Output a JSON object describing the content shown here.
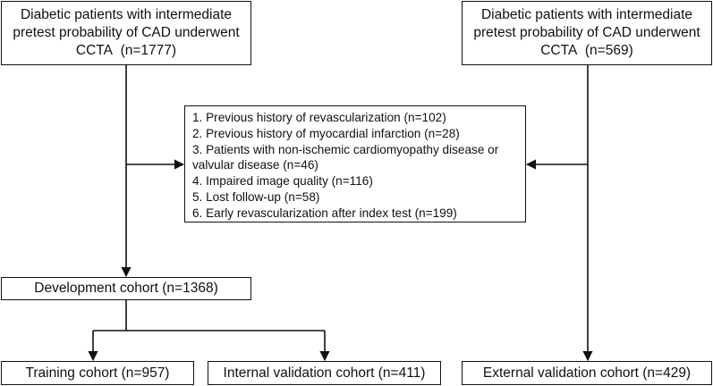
{
  "boxes": {
    "left_source": {
      "lines": [
        "Diabetic patients with intermediate",
        "pretest probability of CAD underwent",
        "CCTA  (n=1777)"
      ]
    },
    "right_source": {
      "lines": [
        "Diabetic patients with intermediate",
        "pretest probability of CAD underwent",
        "CCTA  (n=569)"
      ]
    },
    "exclusions": {
      "lines": [
        "1. Previous history of revascularization (n=102)",
        "2. Previous history of myocardial infarction (n=28)",
        "3. Patients with non-ischemic cardiomyopathy disease or",
        "valvular disease (n=46)",
        "4. Impaired image quality (n=116)",
        "5. Lost follow-up (n=58)",
        "6. Early revascularization after index test (n=199)"
      ]
    },
    "development": {
      "label": "Development cohort (n=1368)"
    },
    "training": {
      "label": "Training cohort (n=957)"
    },
    "internal_validation": {
      "label": "Internal validation cohort (n=411)"
    },
    "external_validation": {
      "label": "External validation cohort (n=429)"
    }
  },
  "colors": {
    "line": "#111111",
    "background": "#ffffff"
  }
}
